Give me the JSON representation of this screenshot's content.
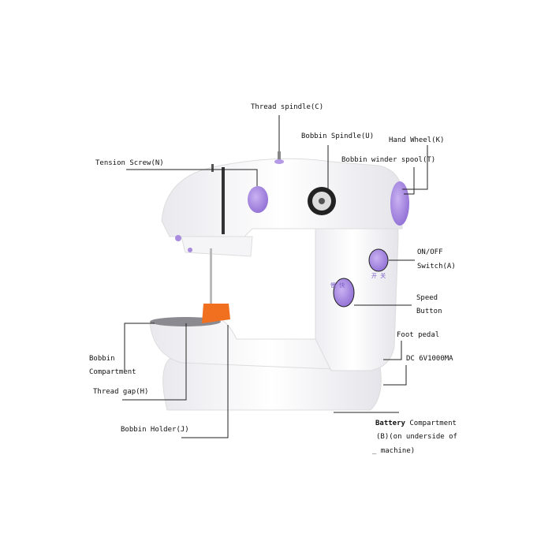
{
  "labels": {
    "thread_spindle": "Thread spindle(C)",
    "bobbin_spindle": "Bobbin Spindle(U)",
    "hand_wheel": "Hand Wheel(K)",
    "bobbin_winder_spool": "Bobbin winder spool(T)",
    "tension_screw": "Tension Screw(N)",
    "on_off_line1": "ON/OFF",
    "on_off_line2": "Switch(A)",
    "speed_line1": "Speed",
    "speed_line2": "Button",
    "foot_pedal": "Foot pedal",
    "dc_power": "DC 6V1000MA",
    "battery_word": "Battery",
    "battery_rest": " Compartment",
    "battery_line2": "(B)(on underside of",
    "battery_line3": "_ machine)",
    "bobbin_comp_line1": "Bobbin",
    "bobbin_comp_line2": "Compartment",
    "thread_gap": "Thread gap(H)",
    "bobbin_holder": "Bobbin Holder(J)"
  },
  "machine_markings": {
    "on_off": "开 关",
    "speed": "慢 快"
  },
  "colors": {
    "body": "#ffffff",
    "accent_purple": "#a98be0",
    "presser_orange": "#f07020"
  }
}
